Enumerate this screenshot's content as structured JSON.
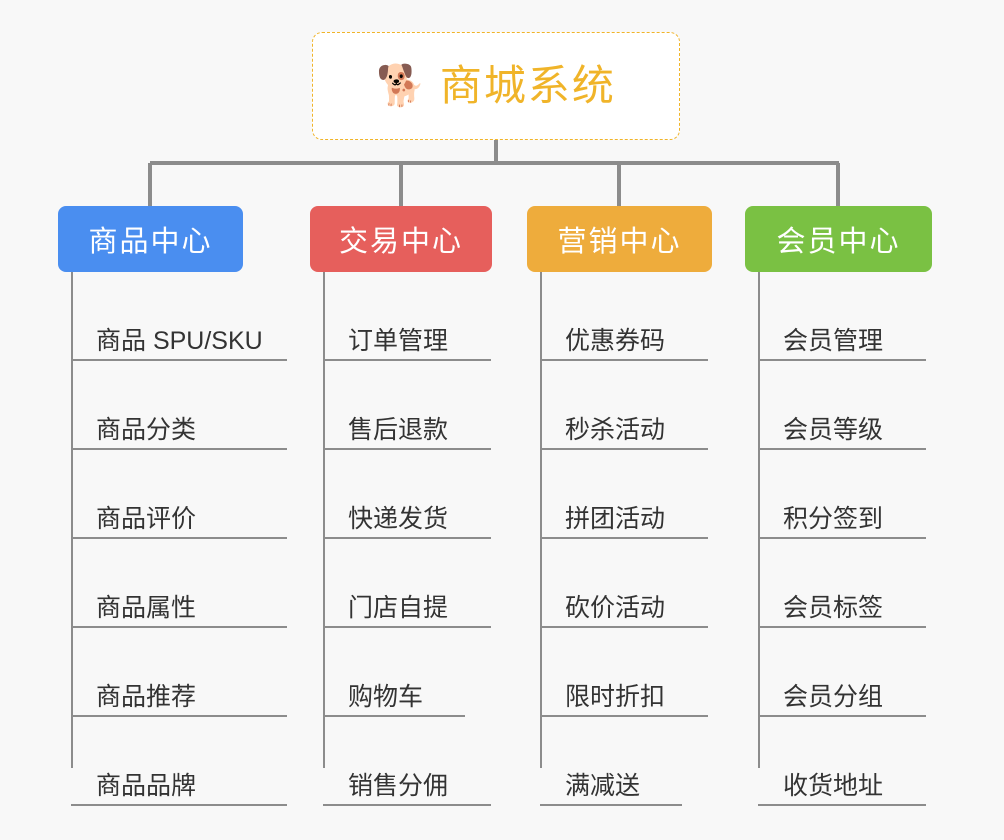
{
  "background_color": "#f8f8f8",
  "root": {
    "icon": "shiba-dog-emoji",
    "icon_glyph": "🐕",
    "title": "商城系统",
    "border_color": "#f0b429",
    "text_color": "#f0b429",
    "fill_color": "#ffffff"
  },
  "connector_color": "#8c8c8c",
  "columns": [
    {
      "id": "product-center",
      "label": "商品中心",
      "color": "#4a8ef0",
      "items": [
        "商品 SPU/SKU",
        "商品分类",
        "商品评价",
        "商品属性",
        "商品推荐",
        "商品品牌"
      ]
    },
    {
      "id": "trade-center",
      "label": "交易中心",
      "color": "#e65f5c",
      "items": [
        "订单管理",
        "售后退款",
        "快递发货",
        "门店自提",
        "购物车",
        "销售分佣"
      ]
    },
    {
      "id": "marketing-center",
      "label": "营销中心",
      "color": "#eeac3c",
      "items": [
        "优惠券码",
        "秒杀活动",
        "拼团活动",
        "砍价活动",
        "限时折扣",
        "满减送"
      ]
    },
    {
      "id": "member-center",
      "label": "会员中心",
      "color": "#7ac143",
      "items": [
        "会员管理",
        "会员等级",
        "积分签到",
        "会员标签",
        "会员分组",
        "收货地址"
      ]
    }
  ]
}
